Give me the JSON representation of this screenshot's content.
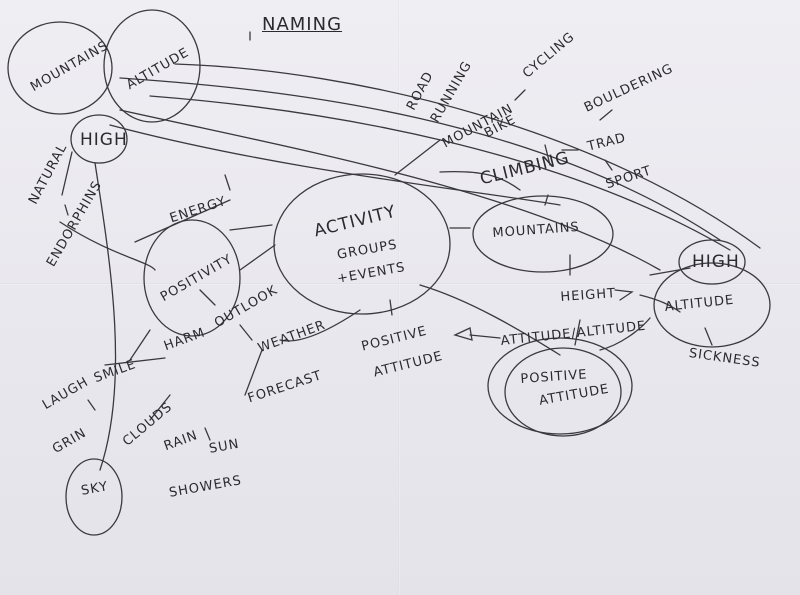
{
  "sketch": {
    "title": "NAMING",
    "words": {
      "mountains_tl": "MOUNTAINS",
      "altitude_tl": "ALTITUDE",
      "high_left": "HIGH",
      "natural": "NATURAL",
      "endorphins": "ENDORPHINS",
      "energy": "ENERGY",
      "positivity": "POSITIVITY",
      "outlook": "OUTLOOK",
      "harm": "HARM",
      "weather": "WEATHER",
      "forecast": "FORECAST",
      "activity": "ACTIVITY",
      "groups": "GROUPS",
      "events": "+EVENTS",
      "positive_attitude_center": [
        "POSITIVE",
        "ATTITUDE"
      ],
      "road_running": [
        "ROAD",
        "RUNNING"
      ],
      "cycling": "CYCLING",
      "mountain_bike": [
        "MOUNTAIN",
        "BIKE"
      ],
      "bouldering": "BOULDERING",
      "climbing": "CLIMBING",
      "trad": "TRAD",
      "sport": "SPORT",
      "mountains_right": "MOUNTAINS",
      "high_right": "HIGH",
      "height": "HEIGHT",
      "altitude_right": "ALTITUDE",
      "sickness": "SICKNESS",
      "attitude_altitude": "ATTITUDE/ALTITUDE",
      "positive_attitude_bottom": [
        "POSITIVE",
        "ATTITUDE"
      ],
      "laugh": "LAUGH",
      "smile": "SMILE",
      "grin": "GRIN",
      "clouds": "CLOUDS",
      "rain": "RAIN",
      "sun": "SUN",
      "showers": "SHOWERS",
      "sky": "SKY"
    }
  },
  "colors": {
    "paper": "#ecebf1",
    "ink": "#2b2b2e"
  }
}
